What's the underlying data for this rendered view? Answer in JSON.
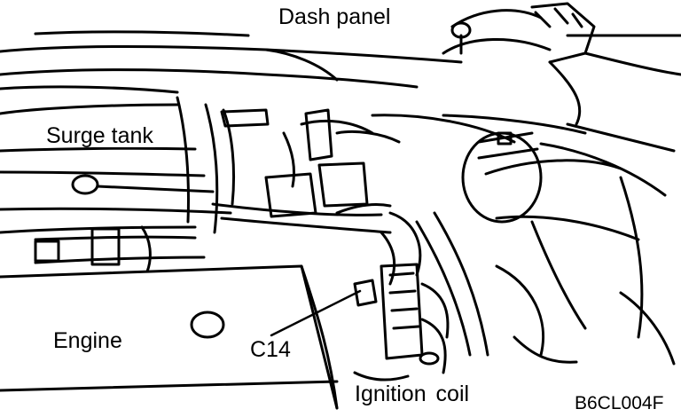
{
  "labels": {
    "dash_panel": "Dash panel",
    "surge_tank": "Surge tank",
    "engine": "Engine",
    "c14": "C14",
    "ignition_coil": "Ignition  coil",
    "figure_code": "B6CL004F"
  },
  "colors": {
    "ink": "#000000",
    "paper": "#ffffff"
  }
}
